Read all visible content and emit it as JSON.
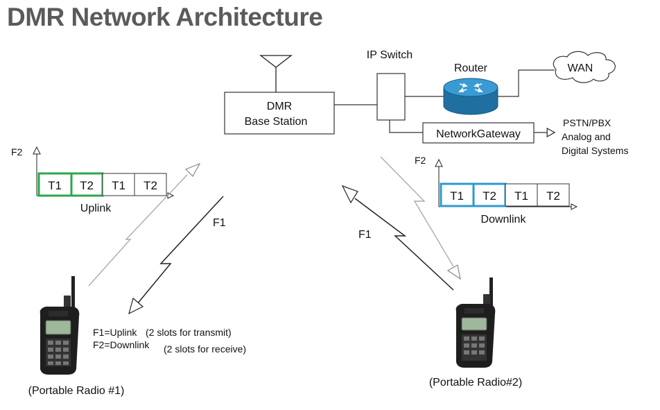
{
  "title": "DMR Network Architecture",
  "colors": {
    "title": "#5b5b5b",
    "uplink_slot_border": "#2aa84a",
    "downlink_slot_border": "#2b9ad2",
    "router": "#2e8bc2"
  },
  "base_station": {
    "line1": "DMR",
    "line2": "Base Station"
  },
  "ip_switch": "IP Switch",
  "router": "Router",
  "wan": "WAN",
  "gateway": "NetworkGateway",
  "pstn": {
    "line1": "PSTN/PBX",
    "line2": "Analog and",
    "line3": "Digital Systems"
  },
  "uplink": {
    "axis": "F2",
    "slots": [
      "T1",
      "T2",
      "T1",
      "T2"
    ],
    "label": "Uplink"
  },
  "downlink": {
    "axis": "F2",
    "slots": [
      "T1",
      "T2",
      "T1",
      "T2"
    ],
    "label": "Downlink"
  },
  "f1_left": "F1",
  "f1_right": "F1",
  "legend": {
    "line1_key": "F1=Uplink",
    "line1_note": "(2 slots for transmit)",
    "line2_key": "F2=Downlink",
    "line2_note": "(2 slots for receive)"
  },
  "radio1": "(Portable Radio #1)",
  "radio2": "(Portable Radio#2)"
}
